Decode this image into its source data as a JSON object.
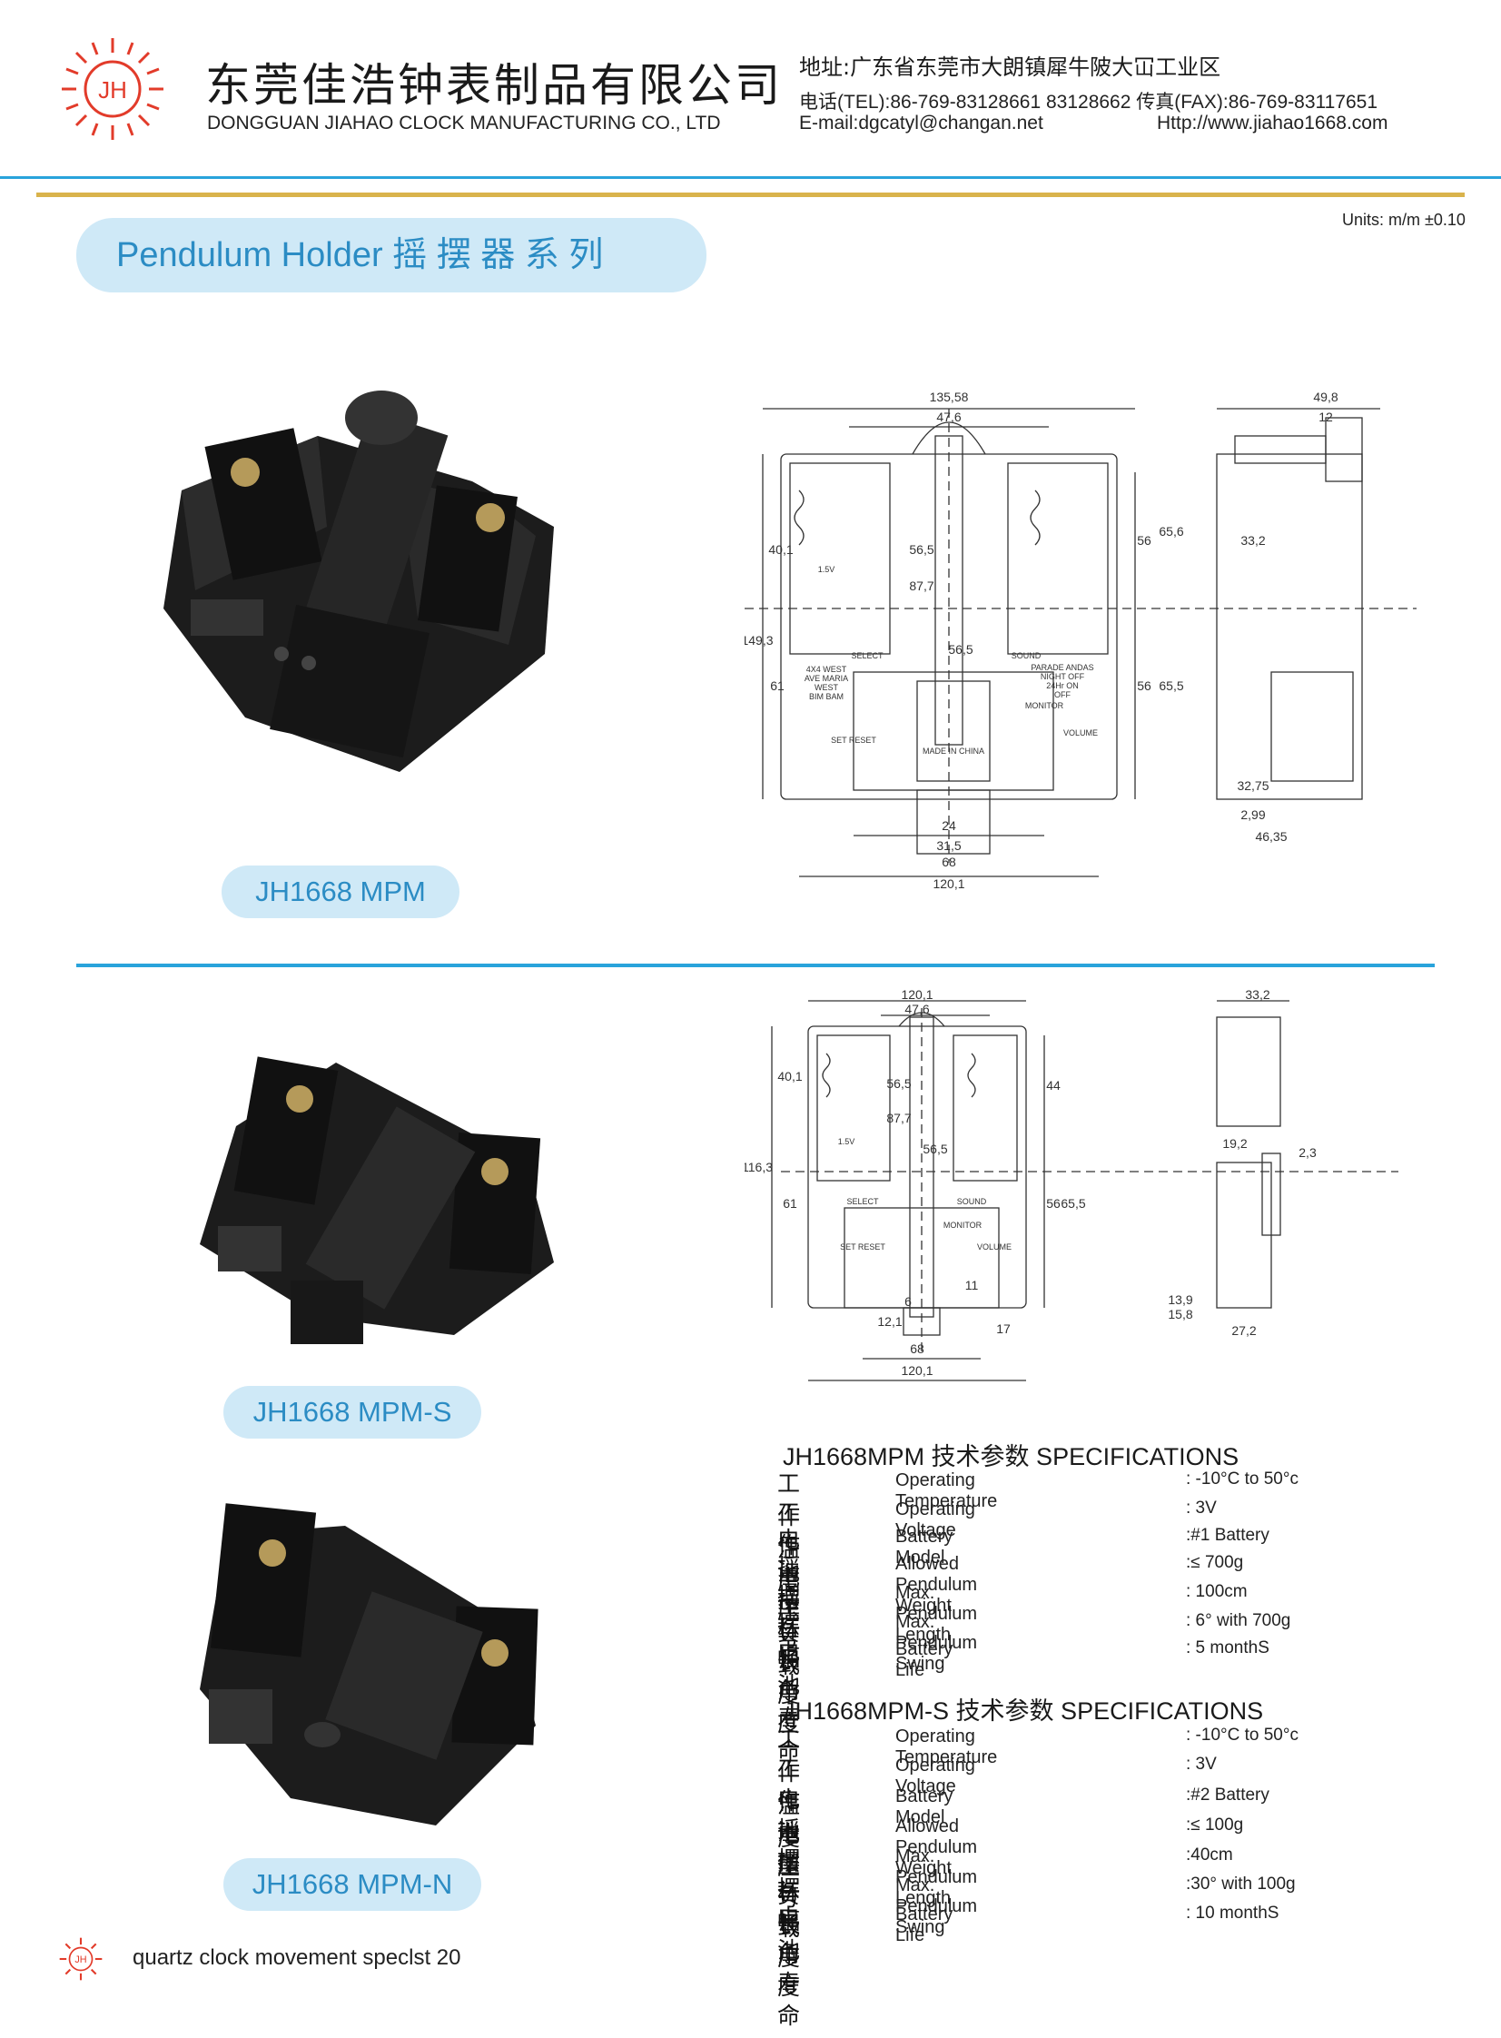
{
  "header": {
    "logo_text": "JH",
    "company_cn": "东莞佳浩钟表制品有限公司",
    "company_en": "DONGGUAN JIAHAO CLOCK MANUFACTURING CO., LTD",
    "address": "地址:广东省东莞市大朗镇犀牛陂大冚工业区",
    "tel": "电话(TEL):86-769-83128661  83128662  传真(FAX):86-769-83117651",
    "email": "E-mail:dgcatyl@changan.net",
    "website": "Http://www.jiahao1668.com",
    "brand_color": "#29a3db",
    "accent_color": "#d9b34c"
  },
  "units": "Units: m/m ±0.10",
  "section_title": "Pendulum Holder 摇 摆 器 系 列",
  "models": {
    "mpm": "JH1668 MPM",
    "mpm_s": "JH1668 MPM-S",
    "mpm_n": "JH1668 MPM-N"
  },
  "drawing1": {
    "dims": [
      "135,58",
      "47,6",
      "49,8",
      "12",
      "40,1",
      "56,5",
      "87,7",
      "33,2",
      "56",
      "65,6",
      "149,3",
      "56,5",
      "61",
      "56",
      "65,5",
      "32,75",
      "2,99",
      "46,35",
      "24",
      "31,5",
      "68",
      "120,1"
    ],
    "labels": [
      "1.5V",
      "SELECT",
      "SOUND",
      "MONITOR",
      "VOLUME",
      "SET RESET",
      "MADE IN CHINA",
      "4X4 WEST",
      "AVE MARIA",
      "WEST",
      "BIM BAM",
      "PARADE ANDAS",
      "NIGHT OFF",
      "24Hr ON",
      "OFF"
    ]
  },
  "drawing2": {
    "dims": [
      "120,1",
      "47,6",
      "33,2",
      "40,1",
      "56,5",
      "44",
      "87,7",
      "56,5",
      "116,3",
      "61",
      "56",
      "65,5",
      "19,2",
      "2,3",
      "6",
      "11",
      "12,1",
      "17",
      "68",
      "120,1",
      "13,9",
      "15,8",
      "27,2"
    ],
    "labels": [
      "1.5V",
      "SELECT",
      "SOUND",
      "MONITOR",
      "VOLUME",
      "SET RESET"
    ]
  },
  "spec_mpm": {
    "heading": "JH1668MPM 技术参数 SPECIFICATIONS",
    "rows": [
      {
        "cn": "工作温度",
        "en": "Operating Temperature",
        "val": ": -10°C to 50°c"
      },
      {
        "cn": "工作电压",
        "en": "Operating Voltage",
        "val": ": 3V"
      },
      {
        "cn": "电池型号",
        "en": "Battery Model",
        "val": ":#1 Battery"
      },
      {
        "cn": "摇摆负载",
        "en": "Allowed Pendulum Weight",
        "val": ":≤ 700g"
      },
      {
        "cn": "摆杆长度",
        "en": "Max. Pendulum Length",
        "val": ":   100cm"
      },
      {
        "cn": "摆幅角度",
        "en": "Max. Pendulum Swing",
        "val": ":   6° with 700g"
      },
      {
        "cn": "电池寿命",
        "en": "Battery Life",
        "val": ": 5  monthS"
      }
    ]
  },
  "spec_mpm_s": {
    "heading": "JH1668MPM-S 技术参数 SPECIFICATIONS",
    "rows": [
      {
        "cn": "工作温度",
        "en": "Operating Temperature",
        "val": ": -10°C to 50°c"
      },
      {
        "cn": "工作电压",
        "en": "Operating Voltage",
        "val": ": 3V"
      },
      {
        "cn": "电池型号",
        "en": "Battery Model",
        "val": ":#2 Battery"
      },
      {
        "cn": "摇摆负载",
        "en": "Allowed Pendulum Weight",
        "val": ":≤ 100g"
      },
      {
        "cn": "摆杆长度",
        "en": "Max. Pendulum Length",
        "val": ":40cm"
      },
      {
        "cn": "摆幅角度",
        "en": "Max. Pendulum Swing",
        "val": ":30° with 100g"
      },
      {
        "cn": "电池寿命",
        "en": "Battery Life",
        "val": ": 10  monthS"
      }
    ]
  },
  "footer": {
    "text": "quartz clock movement speclst   20"
  }
}
